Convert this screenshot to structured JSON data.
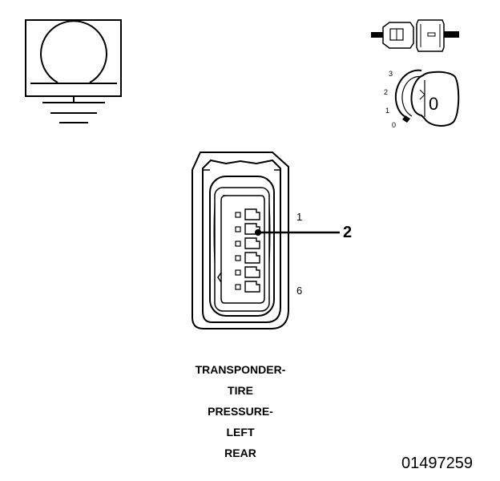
{
  "connector": {
    "pin_first": "1",
    "pin_last": "6",
    "callout": "2"
  },
  "ignition_key": {
    "positions": [
      "3",
      "2",
      "1",
      "0"
    ],
    "key_label": "0"
  },
  "caption_lines": [
    "TRANSPONDER-",
    "TIRE",
    "PRESSURE-",
    "LEFT",
    "REAR"
  ],
  "figure_id": "01497259",
  "icons": {
    "ground_symbol": "ground-symbol-icon",
    "connector_plug": "connector-plug-icon",
    "ignition_switch": "ignition-switch-icon"
  }
}
